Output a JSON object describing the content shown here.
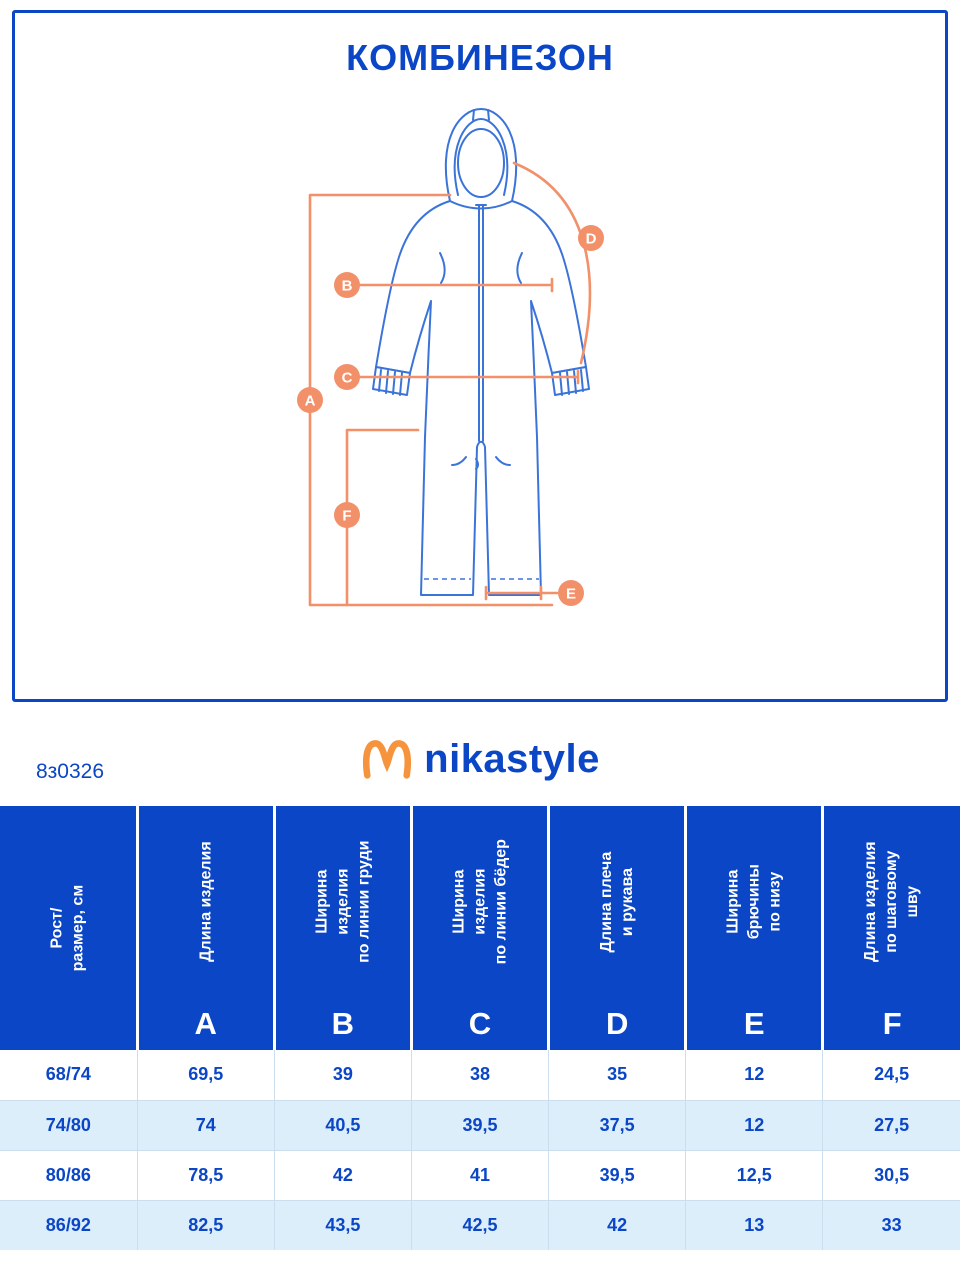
{
  "title": "КОМБИНЕЗОН",
  "product_code": "8з0326",
  "brand": {
    "name": "nikastyle"
  },
  "colors": {
    "primary_blue": "#0a46c6",
    "line_blue": "#3b74d9",
    "accent_orange": "#f2906a",
    "logo_orange": "#f5943c",
    "row_alt": "#ddeefb",
    "cell_border": "#ccdded"
  },
  "diagram": {
    "markers": [
      "A",
      "B",
      "C",
      "D",
      "E",
      "F"
    ]
  },
  "chart_data": {
    "type": "table",
    "columns": [
      {
        "label": "Рост/\nразмер, см",
        "letter": ""
      },
      {
        "label": "Длина изделия",
        "letter": "A"
      },
      {
        "label": "Ширина изделия\nпо линии груди",
        "letter": "B"
      },
      {
        "label": "Ширина изделия\nпо линии бёдер",
        "letter": "C"
      },
      {
        "label": "Длина плеча\nи рукава",
        "letter": "D"
      },
      {
        "label": "Ширина брючины\nпо низу",
        "letter": "E"
      },
      {
        "label": "Длина изделия\nпо шаговому шву",
        "letter": "F"
      }
    ],
    "rows": [
      [
        "68/74",
        "69,5",
        "39",
        "38",
        "35",
        "12",
        "24,5"
      ],
      [
        "74/80",
        "74",
        "40,5",
        "39,5",
        "37,5",
        "12",
        "27,5"
      ],
      [
        "80/86",
        "78,5",
        "42",
        "41",
        "39,5",
        "12,5",
        "30,5"
      ],
      [
        "86/92",
        "82,5",
        "43,5",
        "42,5",
        "42",
        "13",
        "33"
      ]
    ]
  }
}
